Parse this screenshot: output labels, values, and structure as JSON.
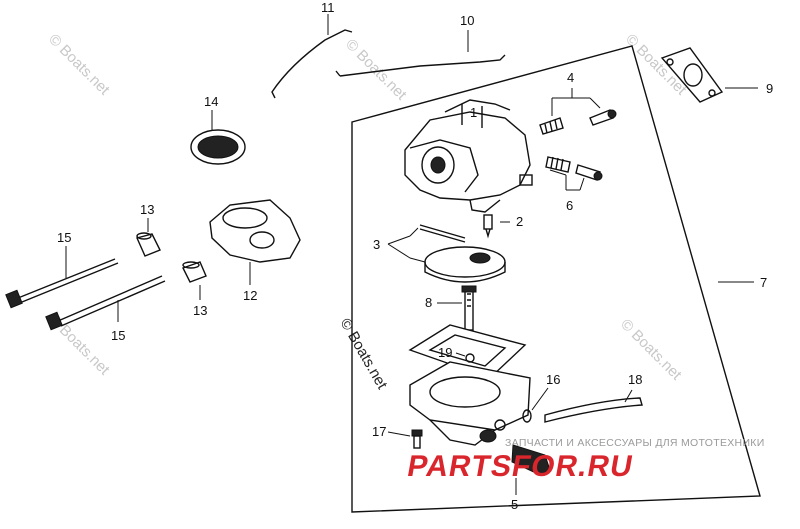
{
  "watermarks": {
    "site": "© Boats.net"
  },
  "promo": {
    "tagline": "ЗАПЧАСТИ И АКСЕССУАРЫ ДЛЯ МОТОТЕХНИКИ",
    "logo": "PARTSFOR.RU"
  },
  "callouts": {
    "c1": "1",
    "c2": "2",
    "c3": "3",
    "c4": "4",
    "c5": "5",
    "c6": "6",
    "c7": "7",
    "c8": "8",
    "c9": "9",
    "c10": "10",
    "c11": "11",
    "c12": "12",
    "c13a": "13",
    "c13b": "13",
    "c14": "14",
    "c15a": "15",
    "c15b": "15",
    "c16": "16",
    "c17": "17",
    "c18": "18",
    "c19": "19"
  },
  "colors": {
    "line": "#111111",
    "watermark": "#c8c8c8",
    "logo_red": "#d9252c"
  }
}
